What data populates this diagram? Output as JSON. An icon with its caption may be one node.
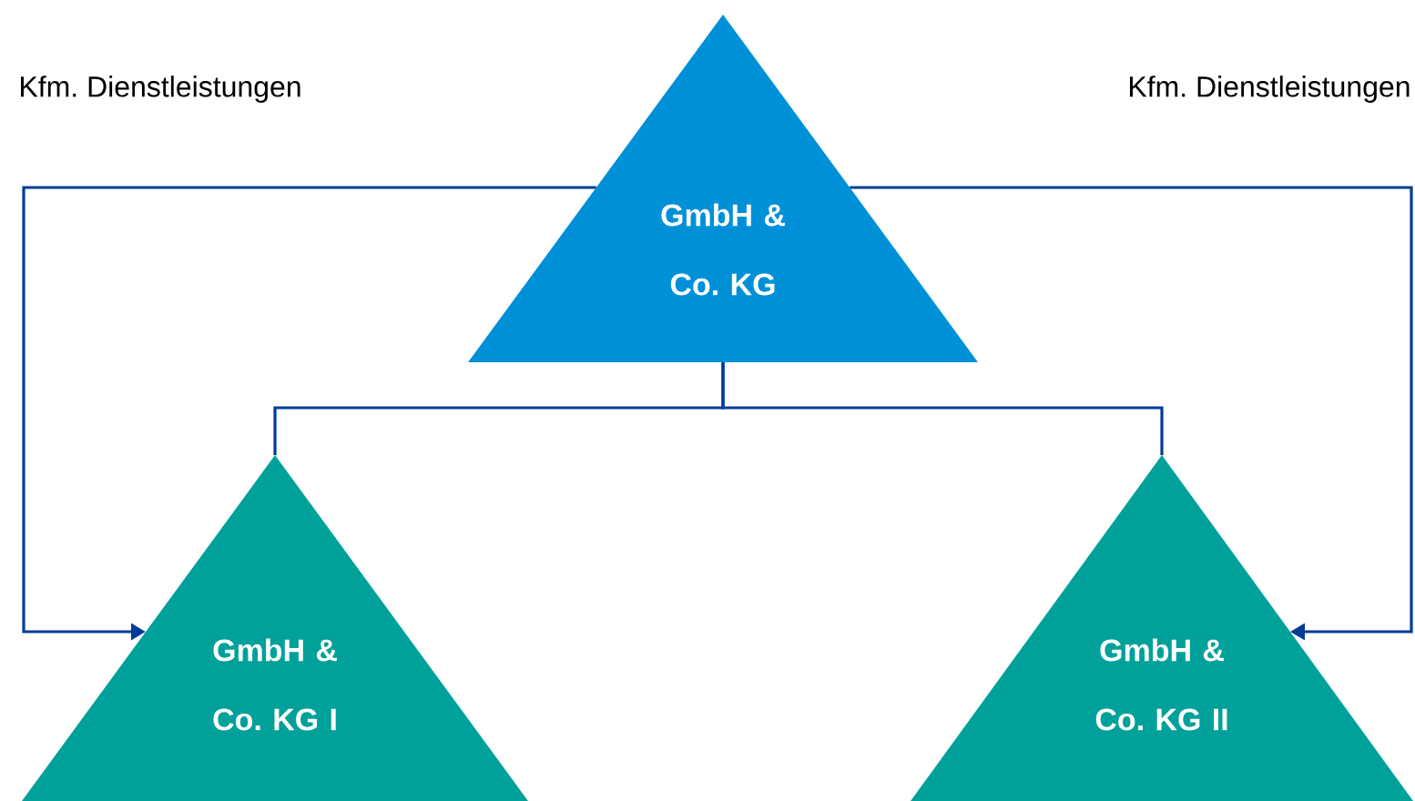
{
  "diagram": {
    "nodes": [
      {
        "text": [
          "GmbH & Co. KG"
        ]
      },
      {
        "text": [
          "GmbH & Co. KG I"
        ]
      },
      {
        "text": [
          "GmbH & Co. KG II"
        ]
      }
    ],
    "edges": [
      {
        "from": 0,
        "to": 1,
        "arrow": "none"
      },
      {
        "from": 0,
        "to": 2,
        "arrow": "none"
      },
      {
        "from": 0,
        "to": 1,
        "arrow": "to",
        "label": "Kfm. Dienstleistungen"
      },
      {
        "from": 0,
        "to": 2,
        "arrow": "to",
        "label": "Kfm. Dienstleistungen"
      }
    ]
  }
}
